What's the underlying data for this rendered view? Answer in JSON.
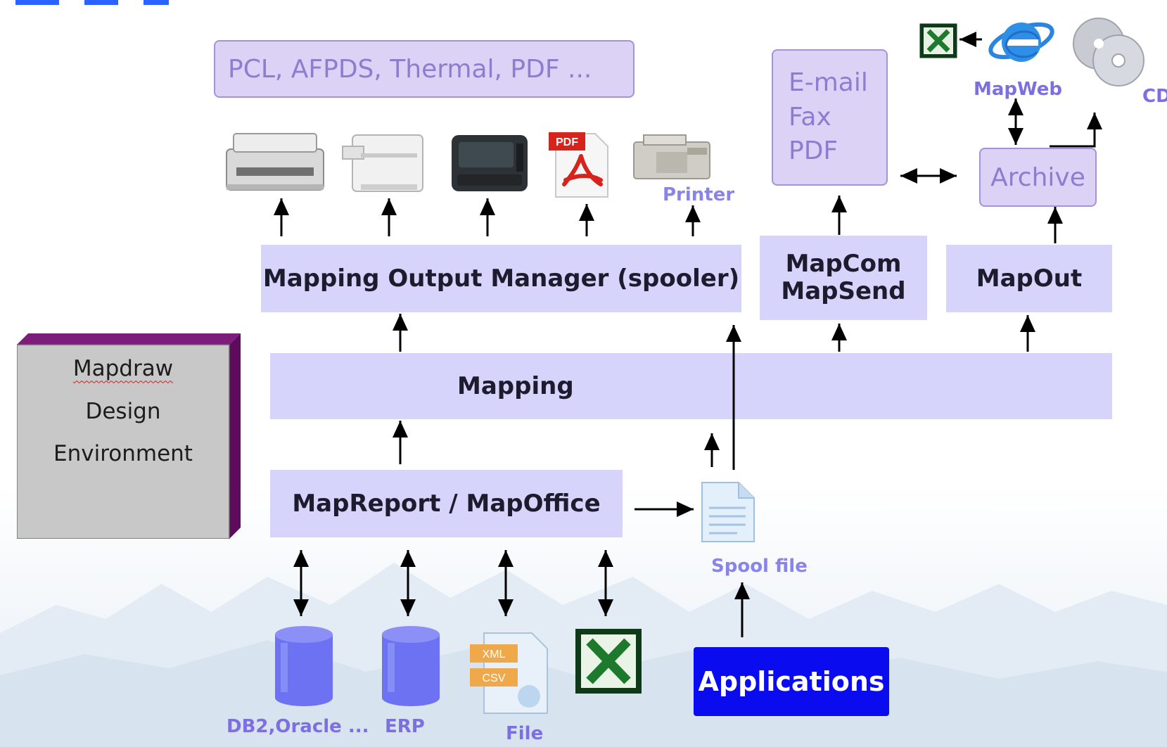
{
  "top_output_formats": "PCL, AFPDS, Thermal, PDF ...",
  "printer_label": "Printer",
  "email_box": {
    "line1": "E-mail",
    "line2": "Fax",
    "line3": "PDF"
  },
  "archive_label": "Archive",
  "mapweb_label": "MapWeb",
  "cd_label": "CD",
  "spooler_label": "Mapping Output Manager (spooler)",
  "mapcom_box": {
    "line1": "MapCom",
    "line2": "MapSend"
  },
  "mapout_label": "MapOut",
  "mapping_label": "Mapping",
  "mapdraw_box": {
    "line1": "Mapdraw",
    "line2": "Design",
    "line3": "Environment"
  },
  "mapreport_label": "MapReport / MapOffice",
  "spool_file_label": "Spool file",
  "applications_label": "Applications",
  "sources": {
    "db_label": "DB2,Oracle ...",
    "erp_label": "ERP",
    "file_label": "File"
  },
  "file_icon_tags": {
    "xml": "XML",
    "csv": "CSV"
  },
  "pdf_tag": "PDF",
  "colors": {
    "band": "#d7d4fb",
    "outline_box": "#dcd2f6",
    "applications": "#0b0bf0",
    "cylinder": "#6d72f2",
    "mapdraw_box": "#c8c8c8",
    "mapdraw_edge": "#5e0b5e"
  }
}
